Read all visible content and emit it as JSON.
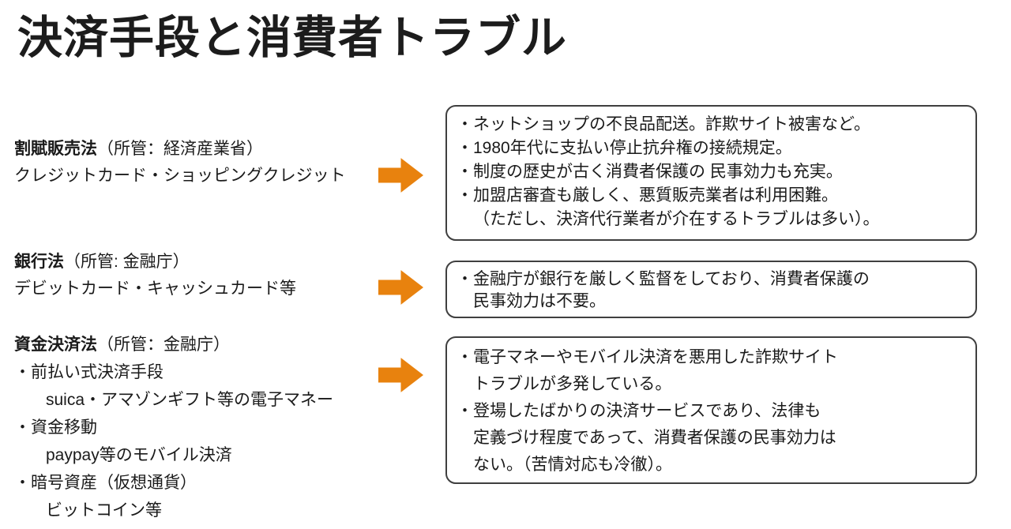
{
  "title": "決済手段と消費者トラブル",
  "colors": {
    "arrow": "#E8820E",
    "box_border": "#3f3f3f",
    "text": "#1a1a1a"
  },
  "arrow_icon": "block-right-arrow",
  "sections": [
    {
      "law": "割賦販売法",
      "org": "（所管：経済産業省）",
      "subs": [
        "クレジットカード・ショッピングクレジット"
      ],
      "box_lines": [
        "・ネットショップの不良品配送。詐欺サイト被害など。",
        "・1980年代に支払い停止抗弁権の接続規定。",
        "・制度の歴史が古く消費者保護の 民事効力も充実。",
        "・加盟店審査も厳しく、悪質販売業者は利用困難。",
        "（ただし、決済代行業者が介在するトラブルは多い）。"
      ]
    },
    {
      "law": "銀行法",
      "org": "（所管: 金融庁）",
      "subs": [
        "デビットカード・キャッシュカード等"
      ],
      "box_lines": [
        "・金融庁が銀行を厳しく監督をしており、消費者保護の",
        "民事効力は不要。"
      ]
    },
    {
      "law": "資金決済法",
      "org": "（所管：金融庁）",
      "items": [
        "・前払い式決済手段",
        "suica・アマゾンギフト等の電子マネー",
        "・資金移動",
        "paypay等のモバイル決済",
        "・暗号資産（仮想通貨）",
        "ビットコイン等"
      ],
      "box_lines": [
        "・電子マネーやモバイル決済を悪用した詐欺サイト",
        "トラブルが多発している。",
        "・登場したばかりの決済サービスであり、法律も",
        "定義づけ程度であって、消費者保護の民事効力は",
        "ない。（苦情対応も冷徹）。"
      ]
    }
  ]
}
